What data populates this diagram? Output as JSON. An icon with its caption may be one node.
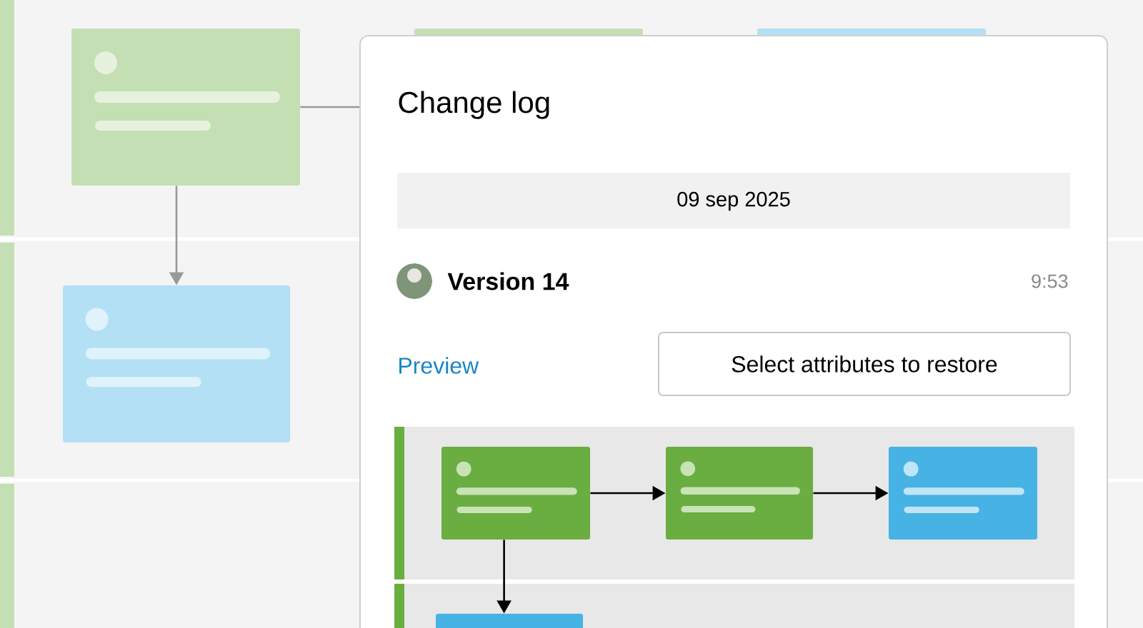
{
  "diagram": {
    "nodes": [
      {
        "text": [],
        "shape": "box"
      },
      {
        "text": [],
        "shape": "box"
      },
      {
        "text": [],
        "shape": "box"
      },
      {
        "text": [],
        "shape": "box"
      },
      {
        "text": [
          "Change log"
        ]
      },
      {
        "text": [],
        "shape": "box",
        "in": 4
      },
      {
        "text": [],
        "shape": "box",
        "in": 4
      },
      {
        "text": [],
        "shape": "box",
        "in": 4
      },
      {
        "text": [],
        "shape": "box",
        "in": 4
      }
    ],
    "edges": [
      {
        "from": 0,
        "to": 4,
        "arrow": "none",
        "color": "#999999"
      },
      {
        "from": 0,
        "to": 3,
        "arrow": "to",
        "color": "#999999"
      },
      {
        "from": 5,
        "to": 6,
        "arrow": "to"
      },
      {
        "from": 6,
        "to": 7,
        "arrow": "to"
      },
      {
        "from": 5,
        "to": 8,
        "arrow": "to"
      }
    ],
    "labels": [
      "09 sep 2025",
      "Version 14",
      "9:53",
      "Preview",
      "Select attributes to restore"
    ]
  }
}
